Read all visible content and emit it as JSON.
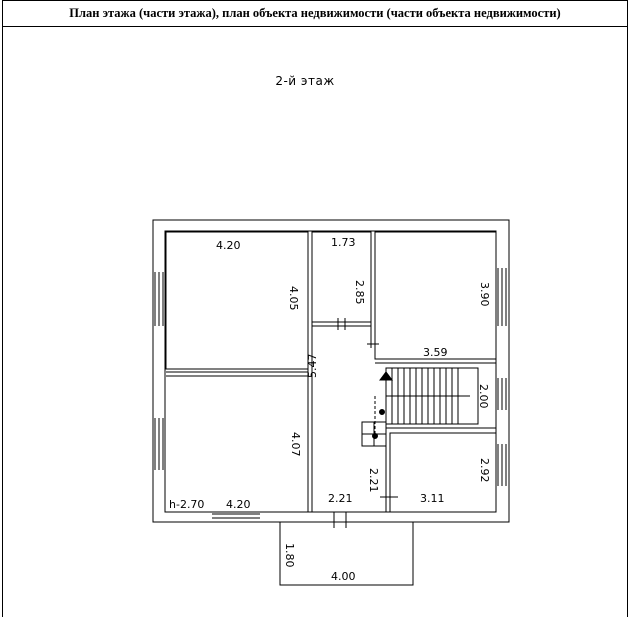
{
  "header": {
    "title": "План этажа (части этажа), план объекта недвижимости (части объекта недвижимости)"
  },
  "floor": {
    "label": "2-й этаж"
  },
  "dimensions": {
    "room_top_left_width": "4.20",
    "room_top_left_height": "4.05",
    "room_top_mid_width": "1.73",
    "room_top_mid_height": "2.85",
    "room_top_right_height": "3.90",
    "room_top_right_width": "3.59",
    "corridor_height": "5.47",
    "stair_height": "2.00",
    "room_bottom_left_height": "4.07",
    "ceiling_height": "h-2.70",
    "room_bottom_left_width": "4.20",
    "hall_lower_height": "2.21",
    "hall_lower_width": "2.21",
    "room_bottom_right_width": "3.11",
    "room_bottom_right_height": "2.92",
    "balcony_depth": "1.80",
    "balcony_width": "4.00"
  }
}
